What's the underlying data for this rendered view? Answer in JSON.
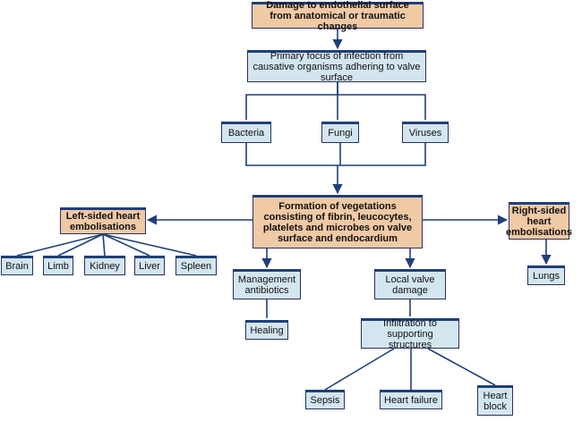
{
  "colors": {
    "connector": "#1f3f7a",
    "primary_box": "#f0c9a5",
    "secondary_box": "#d3e6ef"
  },
  "nodes": {
    "damage": "Damage to endothelial surface from anatomical or traumatic changes",
    "primary_focus": "Primary focus of infection from causative organisms adhering to valve surface",
    "bacteria": "Bacteria",
    "fungi": "Fungi",
    "viruses": "Viruses",
    "vegetations": "Formation of vegetations consisting of fibrin, leucocytes, platelets and microbes on valve surface and endocardium",
    "left_embolisations": "Left-sided heart embolisations",
    "right_embolisations": "Right-sided heart embolisations",
    "brain": "Brain",
    "limb": "Limb",
    "kidney": "Kidney",
    "liver": "Liver",
    "spleen": "Spleen",
    "lungs": "Lungs",
    "management": "Management antibiotics",
    "healing": "Healing",
    "local_valve": "Local valve damage",
    "infiltration": "Infiltration to supporting structures",
    "sepsis": "Sepsis",
    "heart_failure": "Heart failure",
    "heart_block": "Heart block"
  }
}
